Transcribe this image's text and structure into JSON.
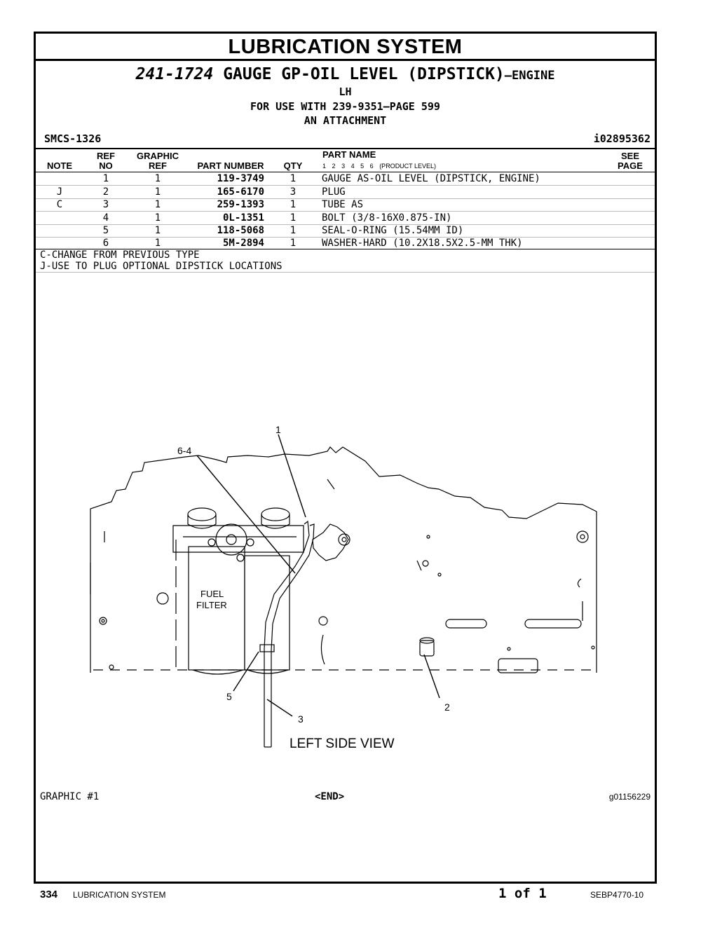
{
  "header": {
    "section_title": "LUBRICATION SYSTEM",
    "part_number": "241-1724",
    "part_title": "GAUGE GP-OIL LEVEL (DIPSTICK)",
    "part_suffix": "—ENGINE",
    "line2": "LH",
    "line3": "FOR USE WITH 239-9351—PAGE 599",
    "line4": "AN ATTACHMENT",
    "smcs": "SMCS-1326",
    "illustration_id": "i02895362"
  },
  "columns": {
    "note": "NOTE",
    "ref_top": "REF",
    "ref_bottom": "NO",
    "graphic_top": "GRAPHIC",
    "graphic_bottom": "REF",
    "part_number": "PART NUMBER",
    "qty": "QTY",
    "part_name": "PART NAME",
    "product_level": [
      "1",
      "2",
      "3",
      "4",
      "5",
      "6",
      "(PRODUCT LEVEL)"
    ],
    "see_top": "SEE",
    "see_bottom": "PAGE"
  },
  "parts": [
    {
      "note": "",
      "ref": "1",
      "graphic": "1",
      "part_number": "119-3749",
      "qty": "1",
      "name": "GAUGE AS-OIL LEVEL (DIPSTICK, ENGINE)"
    },
    {
      "note": "J",
      "ref": "2",
      "graphic": "1",
      "part_number": "165-6170",
      "qty": "3",
      "name": "PLUG"
    },
    {
      "note": "C",
      "ref": "3",
      "graphic": "1",
      "part_number": "259-1393",
      "qty": "1",
      "name": "TUBE AS"
    },
    {
      "note": "",
      "ref": "4",
      "graphic": "1",
      "part_number": "0L-1351",
      "qty": "1",
      "name": "BOLT (3/8-16X0.875-IN)"
    },
    {
      "note": "",
      "ref": "5",
      "graphic": "1",
      "part_number": "118-5068",
      "qty": "1",
      "name": "SEAL-O-RING (15.54MM ID)"
    },
    {
      "note": "",
      "ref": "6",
      "graphic": "1",
      "part_number": "5M-2894",
      "qty": "1",
      "name": "WASHER-HARD (10.2X18.5X2.5-MM THK)"
    }
  ],
  "notes": [
    "C-CHANGE FROM PREVIOUS TYPE",
    "J-USE TO PLUG OPTIONAL DIPSTICK LOCATIONS"
  ],
  "drawing": {
    "callout_1": "1",
    "callout_6_4": "6-4",
    "callout_5": "5",
    "callout_3": "3",
    "callout_2": "2",
    "filter_line1": "FUEL",
    "filter_line2": "FILTER",
    "view_label": "LEFT SIDE VIEW"
  },
  "footer": {
    "graphic_label": "GRAPHIC #1",
    "end_label": "<END>",
    "graphic_id": "g01156229",
    "page_number": "334",
    "page_section": "LUBRICATION SYSTEM",
    "page_of": "1 of 1",
    "doc_number": "SEBP4770-10"
  }
}
